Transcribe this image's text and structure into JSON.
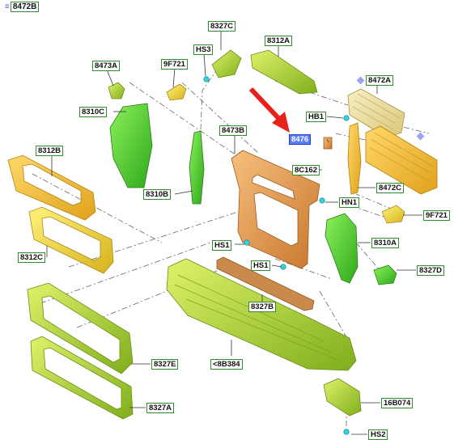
{
  "header": {
    "prefix_symbol": "≡",
    "code": "8472B"
  },
  "labels": [
    {
      "id": "8327C",
      "text": "8327C"
    },
    {
      "id": "8312A",
      "text": "8312A"
    },
    {
      "id": "HS3",
      "text": "HS3"
    },
    {
      "id": "8473A",
      "text": "8473A"
    },
    {
      "id": "9F721a",
      "text": "9F721"
    },
    {
      "id": "8472A",
      "text": "8472A"
    },
    {
      "id": "8310C",
      "text": "8310C"
    },
    {
      "id": "HB1",
      "text": "HB1"
    },
    {
      "id": "8473B",
      "text": "8473B"
    },
    {
      "id": "8476",
      "text": "8476"
    },
    {
      "id": "8312B",
      "text": "8312B"
    },
    {
      "id": "8C162",
      "text": "8C162"
    },
    {
      "id": "8472C",
      "text": "8472C"
    },
    {
      "id": "8310B",
      "text": "8310B"
    },
    {
      "id": "HN1",
      "text": "HN1"
    },
    {
      "id": "9F721b",
      "text": "9F721"
    },
    {
      "id": "8312C",
      "text": "8312C"
    },
    {
      "id": "8310A",
      "text": "8310A"
    },
    {
      "id": "HS1a",
      "text": "HS1"
    },
    {
      "id": "HS1b",
      "text": "HS1"
    },
    {
      "id": "8327D",
      "text": "8327D"
    },
    {
      "id": "8327B",
      "text": "8327B"
    },
    {
      "id": "8327E",
      "text": "8327E"
    },
    {
      "id": "8B384",
      "text": "<8B384"
    },
    {
      "id": "8327A",
      "text": "8327A"
    },
    {
      "id": "16B074",
      "text": "16B074"
    },
    {
      "id": "HS2",
      "text": "HS2"
    }
  ],
  "colors": {
    "green_part": "#5fd23a",
    "lime_part": "#b9d63a",
    "yellow_part": "#f1e13a",
    "orange_part": "#e29a4e",
    "brown_part": "#c98a4b",
    "cream_part": "#efe3a0",
    "cyan_fastener": "#33d6e0",
    "arrow_red": "#e8211c",
    "label_border": "#2f8f2f",
    "selected_fill": "#5b7df2"
  }
}
